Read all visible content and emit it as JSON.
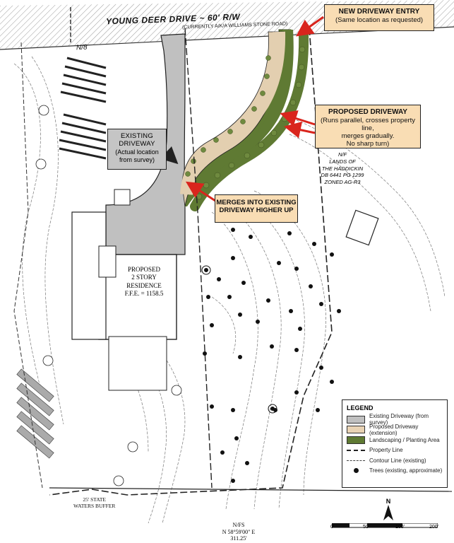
{
  "road": {
    "name": "YOUNG DEER DRIVE ~ 60' R/W",
    "aka": "(CURRENTLY A/K/A WILLIAMS STONE ROAD)",
    "nf_label": "N/8"
  },
  "callouts": {
    "entry": {
      "title": "NEW DRIVEWAY ENTRY",
      "text": "(Same location as requested)"
    },
    "proposed": {
      "title": "PROPOSED DRIVEWAY",
      "lines": [
        "(Runs parallel, crosses property line,",
        "merges gradually.",
        "No sharp turn)"
      ]
    },
    "merge": {
      "lines": [
        "MERGES INTO EXISTING",
        "DRIVEWAY HIGHER UP"
      ]
    },
    "existing": {
      "lines": [
        "EXISTING",
        "DRIVEWAY"
      ],
      "sub": [
        "(Actual location",
        "from survey)"
      ]
    }
  },
  "residence": {
    "lines": [
      "PROPOSED",
      "2 STORY",
      "RESIDENCE",
      "F.F.E. = 1158.5"
    ]
  },
  "adjacent": {
    "lines": [
      "N/F",
      "LANDS OF",
      "THE HADDICKIN",
      "DB 6441 PG 1299",
      "ZONED AG-R3"
    ]
  },
  "buffer": {
    "lines": [
      "25' STATE",
      "WATERS BUFFER"
    ]
  },
  "bearing": {
    "lines": [
      "N/FS",
      "N 58°59'00\" E",
      "311.25'"
    ]
  },
  "legend": {
    "title": "LEGEND",
    "items": [
      {
        "key": "existing",
        "label": "Existing Driveway (from survey)"
      },
      {
        "key": "proposed",
        "label": "Proposed Driveway (extension)"
      },
      {
        "key": "landscape",
        "label": "Landscaping / Planting Area"
      },
      {
        "key": "property",
        "label": "Property Line"
      },
      {
        "key": "contour",
        "label": "Contour Line (existing)"
      },
      {
        "key": "trees",
        "label": "Trees (existing, approximate)"
      }
    ]
  },
  "north_label": "N",
  "scale": {
    "ticks": [
      "0'",
      "50'",
      "100'",
      "200'"
    ]
  },
  "colors": {
    "existing_drive": "#c0c0c0",
    "proposed_drive": "#e3cfb0",
    "landscape": "#5f7a33",
    "callout_fill": "#f9ddb4",
    "arrow": "#d9251d"
  }
}
